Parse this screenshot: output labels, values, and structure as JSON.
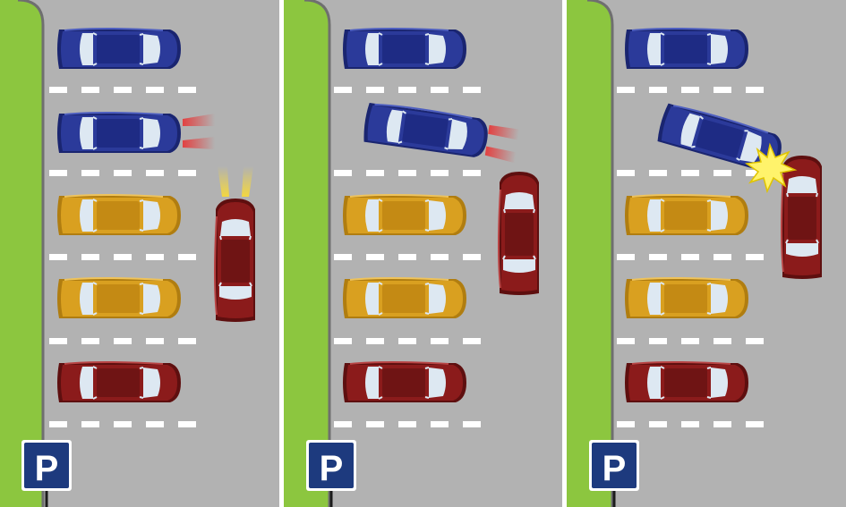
{
  "palette": {
    "asphalt": "#b2b2b2",
    "grass": "#8cc63f",
    "curb": "#6f6f6f",
    "line": "#ffffff",
    "sign": "#1d3a7e",
    "blue_car": "#2b3a9a",
    "blue_car_dark": "#1a2570",
    "yellow_car": "#d9a020",
    "yellow_car_dark": "#b07d10",
    "red_car": "#8b1b1b",
    "red_car_dark": "#5e0f0f",
    "glass": "#dde8f2",
    "taillight": "#e53b3b",
    "headlight": "#f7d93a",
    "impact": "#fff36b"
  },
  "panels": [
    {
      "sign_label": "P",
      "stage": "reversing",
      "cars": [
        "blue",
        "blue",
        "yellow",
        "yellow",
        "red"
      ],
      "moving_car": "red",
      "signals": [
        "reverse-lights",
        "headlights"
      ]
    },
    {
      "sign_label": "P",
      "stage": "backing-out",
      "cars": [
        "blue",
        "blue",
        "yellow",
        "yellow",
        "red"
      ],
      "moving_car": "red",
      "signals": [
        "reverse-lights"
      ]
    },
    {
      "sign_label": "P",
      "stage": "collision",
      "cars": [
        "blue",
        "blue",
        "yellow",
        "yellow",
        "red"
      ],
      "moving_car": "red",
      "signals": [
        "impact-star"
      ]
    }
  ]
}
